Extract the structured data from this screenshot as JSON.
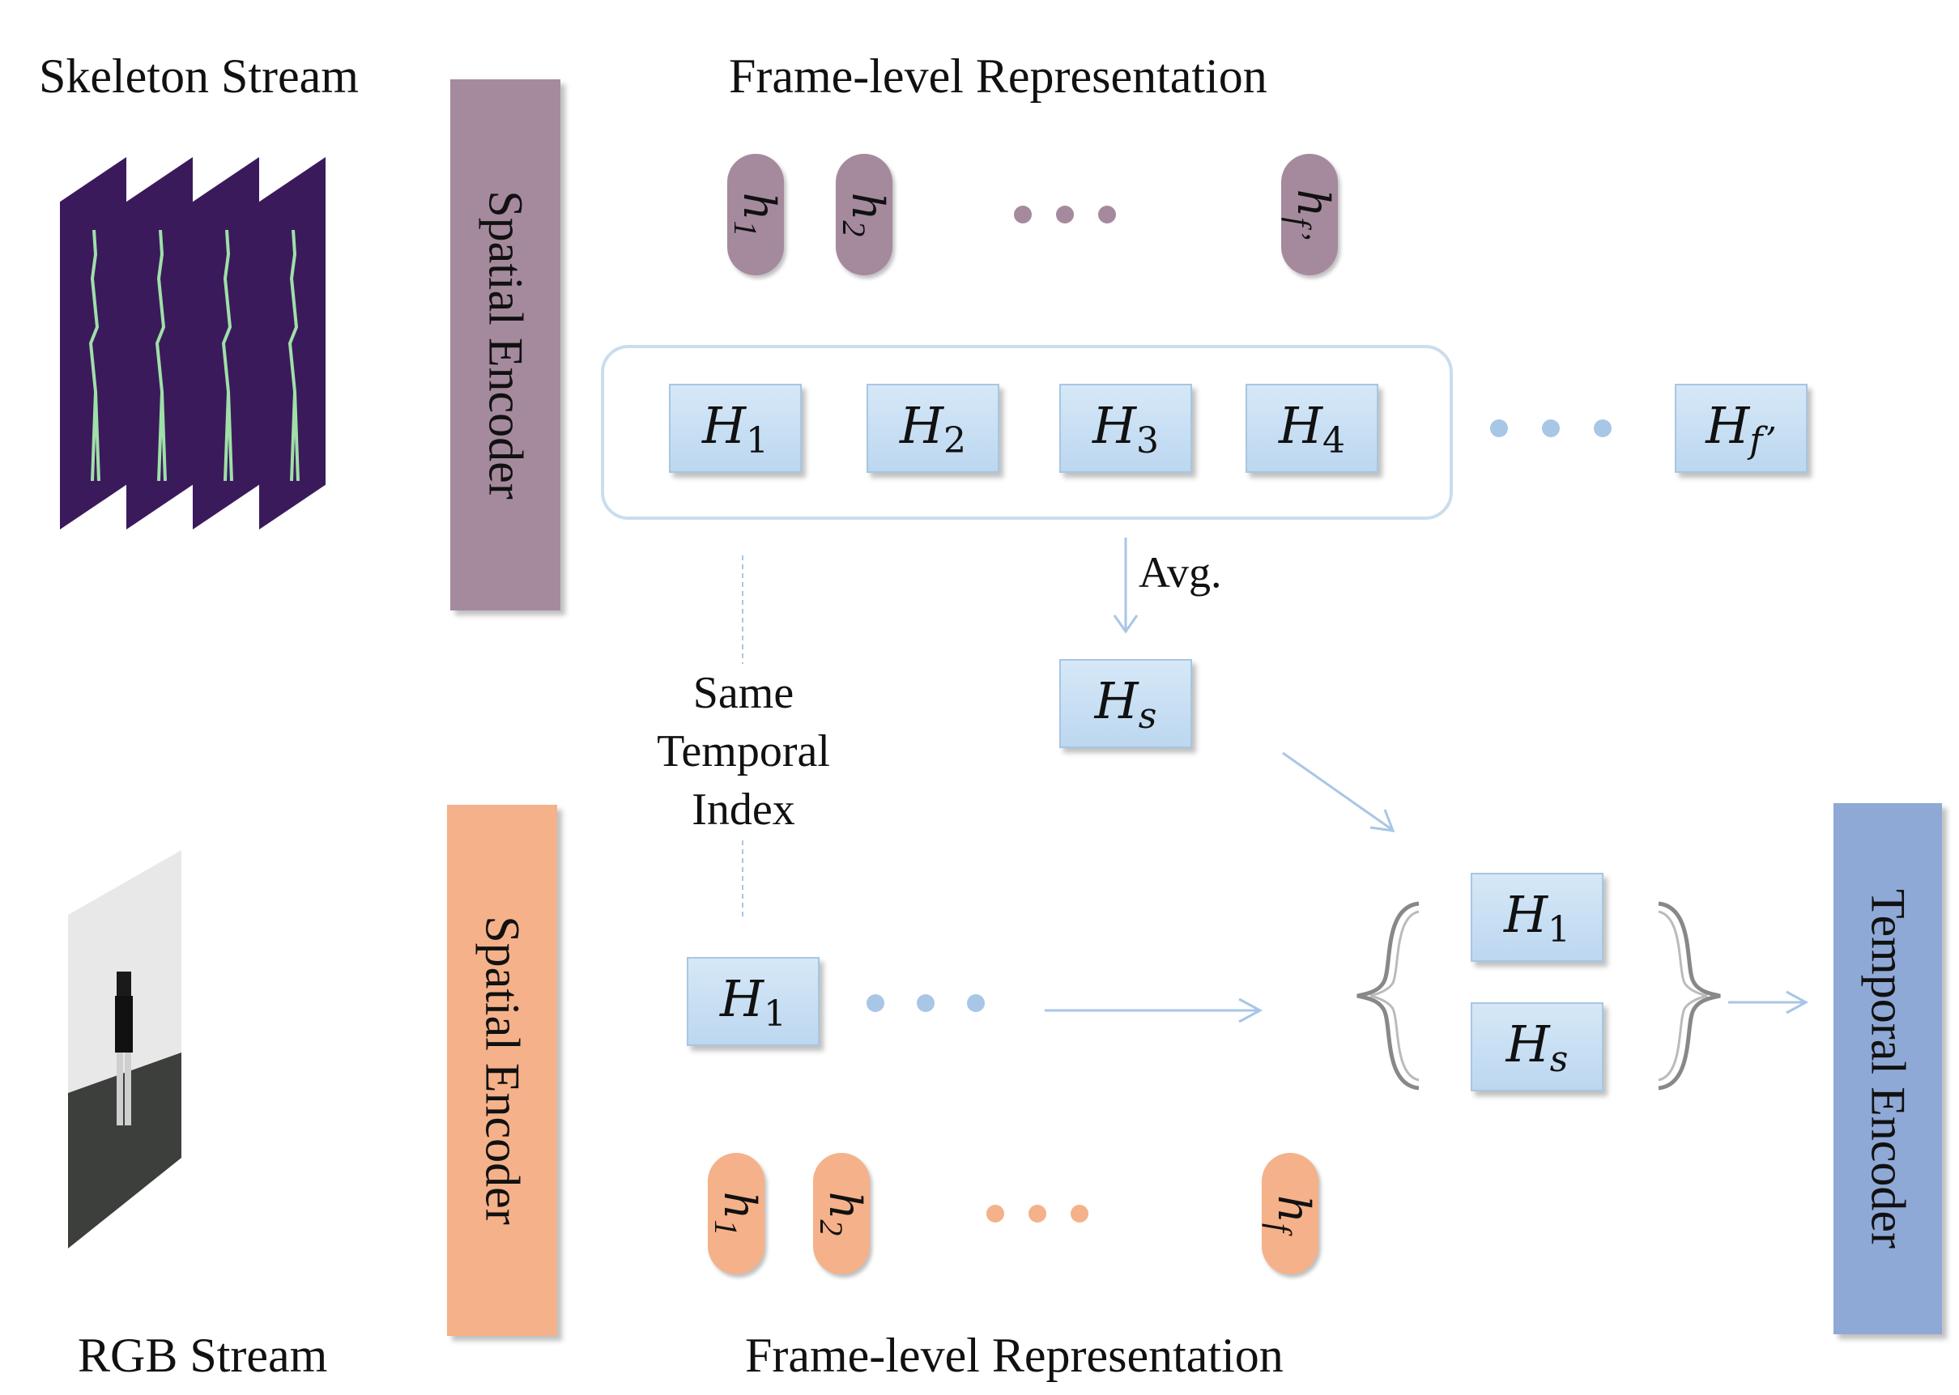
{
  "titles": {
    "skeleton_stream": "Skeleton Stream",
    "rgb_stream": "RGB Stream",
    "frame_level_top": "Frame-level Representation",
    "frame_level_bottom": "Frame-level Representation"
  },
  "encoders": {
    "spatial_top": "Spatial Encoder",
    "spatial_bottom": "Spatial Encoder",
    "temporal": "Temporal Encoder"
  },
  "annotations": {
    "avg": "Avg.",
    "same_temporal_index": [
      "Same",
      "Temporal",
      "Index"
    ]
  },
  "skeleton_tokens": [
    {
      "base": "h",
      "sub": "1"
    },
    {
      "base": "h",
      "sub": "2"
    },
    {
      "base": "h",
      "sub": "f’"
    }
  ],
  "rgb_tokens": [
    {
      "base": "h",
      "sub": "1"
    },
    {
      "base": "h",
      "sub": "2"
    },
    {
      "base": "h",
      "sub": "f"
    }
  ],
  "skeleton_H": [
    {
      "base": "H",
      "sub": "1"
    },
    {
      "base": "H",
      "sub": "2"
    },
    {
      "base": "H",
      "sub": "3"
    },
    {
      "base": "H",
      "sub": "4"
    },
    {
      "base": "H",
      "sub": "f’"
    }
  ],
  "H_s": {
    "base": "H",
    "sub": "s"
  },
  "rgb_H1": {
    "base": "H",
    "sub": "1"
  },
  "fused_set": [
    {
      "base": "H",
      "sub": "1"
    },
    {
      "base": "H",
      "sub": "s"
    }
  ],
  "colors": {
    "skeleton_purple": "#a58a9d",
    "rgb_orange": "#f5b189",
    "temporal_blue": "#8fa9d6",
    "box_blue": "#bcd7f0",
    "arrow_blue": "#a8c6e6"
  }
}
